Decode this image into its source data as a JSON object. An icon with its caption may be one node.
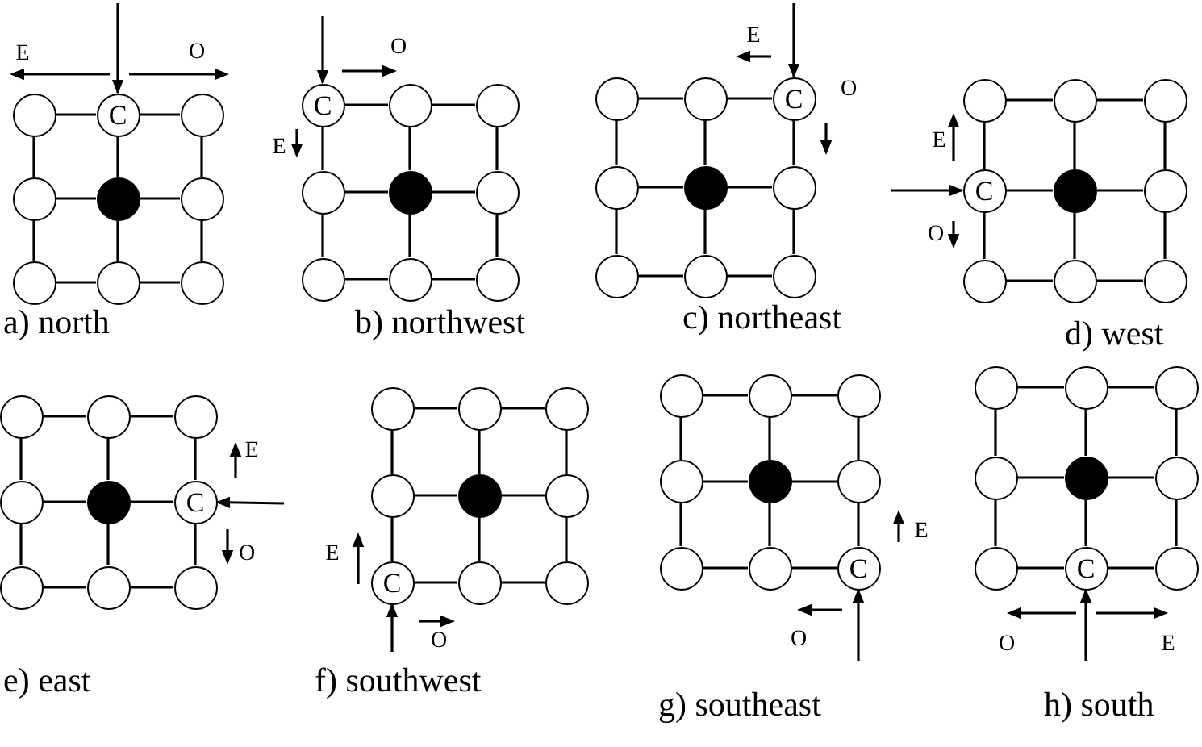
{
  "diagram": {
    "nodes": [
      {
        "text": [],
        "shape": "circle"
      },
      {
        "text": [
          "C"
        ]
      },
      {
        "text": [],
        "shape": "circle"
      },
      {
        "text": [],
        "shape": "circle"
      },
      {
        "text": [],
        "shape": "circle"
      },
      {
        "text": [],
        "shape": "circle"
      },
      {
        "text": [],
        "shape": "circle"
      },
      {
        "text": [],
        "shape": "circle"
      },
      {
        "text": [],
        "shape": "circle"
      },
      {
        "text": [
          "C"
        ]
      },
      {
        "text": [],
        "shape": "circle"
      },
      {
        "text": [],
        "shape": "circle"
      },
      {
        "text": [],
        "shape": "circle"
      },
      {
        "text": [],
        "shape": "circle"
      },
      {
        "text": [],
        "shape": "circle"
      },
      {
        "text": [],
        "shape": "circle"
      },
      {
        "text": [],
        "shape": "circle"
      },
      {
        "text": [],
        "shape": "circle"
      },
      {
        "text": [],
        "shape": "circle"
      },
      {
        "text": [],
        "shape": "circle"
      },
      {
        "text": [
          "C"
        ]
      },
      {
        "text": [],
        "shape": "circle"
      },
      {
        "text": [],
        "shape": "circle"
      },
      {
        "text": [],
        "shape": "circle"
      },
      {
        "text": [],
        "shape": "circle"
      },
      {
        "text": [],
        "shape": "circle"
      },
      {
        "text": [],
        "shape": "circle"
      },
      {
        "text": [],
        "shape": "circle"
      },
      {
        "text": [],
        "shape": "circle"
      },
      {
        "text": [],
        "shape": "circle"
      },
      {
        "text": [
          "C"
        ]
      },
      {
        "text": [],
        "shape": "circle"
      },
      {
        "text": [],
        "shape": "circle"
      },
      {
        "text": [],
        "shape": "circle"
      },
      {
        "text": [],
        "shape": "circle"
      },
      {
        "text": [],
        "shape": "circle"
      },
      {
        "text": [],
        "shape": "circle"
      },
      {
        "text": [],
        "shape": "circle"
      },
      {
        "text": [],
        "shape": "circle"
      },
      {
        "text": [],
        "shape": "circle"
      },
      {
        "text": [],
        "shape": "circle"
      },
      {
        "text": [
          "C"
        ]
      },
      {
        "text": [],
        "shape": "circle"
      },
      {
        "text": [],
        "shape": "circle"
      },
      {
        "text": [],
        "shape": "circle"
      },
      {
        "text": [],
        "shape": "circle"
      },
      {
        "text": [],
        "shape": "circle"
      },
      {
        "text": [],
        "shape": "circle"
      },
      {
        "text": [],
        "shape": "circle"
      },
      {
        "text": [],
        "shape": "circle"
      },
      {
        "text": [],
        "shape": "circle"
      },
      {
        "text": [
          "C"
        ]
      },
      {
        "text": [],
        "shape": "circle"
      },
      {
        "text": [],
        "shape": "circle"
      },
      {
        "text": [],
        "shape": "circle"
      },
      {
        "text": [],
        "shape": "circle"
      },
      {
        "text": [],
        "shape": "circle"
      },
      {
        "text": [],
        "shape": "circle"
      },
      {
        "text": [],
        "shape": "circle"
      },
      {
        "text": [],
        "shape": "circle"
      },
      {
        "text": [],
        "shape": "circle"
      },
      {
        "text": [],
        "shape": "circle"
      },
      {
        "text": [
          "C"
        ]
      },
      {
        "text": [],
        "shape": "circle"
      },
      {
        "text": [],
        "shape": "circle"
      },
      {
        "text": [],
        "shape": "circle"
      },
      {
        "text": [],
        "shape": "circle"
      },
      {
        "text": [],
        "shape": "circle"
      },
      {
        "text": [],
        "shape": "circle"
      },
      {
        "text": [],
        "shape": "circle"
      },
      {
        "text": [
          "C"
        ]
      },
      {
        "text": [],
        "shape": "circle"
      }
    ],
    "edges": [
      {
        "from": null,
        "to": 1,
        "arrow": "to"
      },
      {
        "from": 0,
        "to": 1,
        "arrow": "none"
      },
      {
        "from": 1,
        "to": 2,
        "arrow": "none"
      },
      {
        "from": 3,
        "to": 4,
        "arrow": "none"
      },
      {
        "from": 4,
        "to": 5,
        "arrow": "none"
      },
      {
        "from": 6,
        "to": 7,
        "arrow": "none"
      },
      {
        "from": 7,
        "to": 8,
        "arrow": "none"
      },
      {
        "from": 0,
        "to": 3,
        "arrow": "none"
      },
      {
        "from": 3,
        "to": 6,
        "arrow": "none"
      },
      {
        "from": 1,
        "to": 4,
        "arrow": "none"
      },
      {
        "from": 4,
        "to": 7,
        "arrow": "none"
      },
      {
        "from": 2,
        "to": 5,
        "arrow": "none"
      },
      {
        "from": 5,
        "to": 8,
        "arrow": "none"
      },
      {
        "from": null,
        "to": 9,
        "arrow": "to"
      },
      {
        "from": 9,
        "to": 10,
        "arrow": "none"
      },
      {
        "from": 10,
        "to": 11,
        "arrow": "none"
      },
      {
        "from": 12,
        "to": 13,
        "arrow": "none"
      },
      {
        "from": 13,
        "to": 14,
        "arrow": "none"
      },
      {
        "from": 15,
        "to": 16,
        "arrow": "none"
      },
      {
        "from": 16,
        "to": 17,
        "arrow": "none"
      },
      {
        "from": 9,
        "to": 12,
        "arrow": "none"
      },
      {
        "from": 12,
        "to": 15,
        "arrow": "none"
      },
      {
        "from": 10,
        "to": 13,
        "arrow": "none"
      },
      {
        "from": 13,
        "to": 16,
        "arrow": "none"
      },
      {
        "from": 11,
        "to": 14,
        "arrow": "none"
      },
      {
        "from": 14,
        "to": 17,
        "arrow": "none"
      },
      {
        "from": null,
        "to": 20,
        "arrow": "to"
      },
      {
        "from": 18,
        "to": 19,
        "arrow": "none"
      },
      {
        "from": 19,
        "to": 20,
        "arrow": "none"
      },
      {
        "from": 21,
        "to": 22,
        "arrow": "none"
      },
      {
        "from": 22,
        "to": 23,
        "arrow": "none"
      },
      {
        "from": 24,
        "to": 25,
        "arrow": "none"
      },
      {
        "from": 25,
        "to": 26,
        "arrow": "none"
      },
      {
        "from": 18,
        "to": 21,
        "arrow": "none"
      },
      {
        "from": 21,
        "to": 24,
        "arrow": "none"
      },
      {
        "from": 19,
        "to": 22,
        "arrow": "none"
      },
      {
        "from": 22,
        "to": 25,
        "arrow": "none"
      },
      {
        "from": 20,
        "to": 23,
        "arrow": "none"
      },
      {
        "from": 23,
        "to": 26,
        "arrow": "none"
      },
      {
        "from": null,
        "to": 30,
        "arrow": "to"
      },
      {
        "from": 27,
        "to": 28,
        "arrow": "none"
      },
      {
        "from": 28,
        "to": 29,
        "arrow": "none"
      },
      {
        "from": 30,
        "to": 31,
        "arrow": "none"
      },
      {
        "from": 31,
        "to": 32,
        "arrow": "none"
      },
      {
        "from": 33,
        "to": 34,
        "arrow": "none"
      },
      {
        "from": 34,
        "to": 35,
        "arrow": "none"
      },
      {
        "from": 27,
        "to": 30,
        "arrow": "none"
      },
      {
        "from": 30,
        "to": 33,
        "arrow": "none"
      },
      {
        "from": 28,
        "to": 31,
        "arrow": "none"
      },
      {
        "from": 31,
        "to": 34,
        "arrow": "none"
      },
      {
        "from": 29,
        "to": 32,
        "arrow": "none"
      },
      {
        "from": 32,
        "to": 35,
        "arrow": "none"
      },
      {
        "from": null,
        "to": 41,
        "arrow": "to"
      },
      {
        "from": 36,
        "to": 37,
        "arrow": "none"
      },
      {
        "from": 37,
        "to": 38,
        "arrow": "none"
      },
      {
        "from": 39,
        "to": 40,
        "arrow": "none"
      },
      {
        "from": 40,
        "to": 41,
        "arrow": "none"
      },
      {
        "from": 42,
        "to": 43,
        "arrow": "none"
      },
      {
        "from": 43,
        "to": 44,
        "arrow": "none"
      },
      {
        "from": 36,
        "to": 39,
        "arrow": "none"
      },
      {
        "from": 39,
        "to": 42,
        "arrow": "none"
      },
      {
        "from": 37,
        "to": 40,
        "arrow": "none"
      },
      {
        "from": 40,
        "to": 43,
        "arrow": "none"
      },
      {
        "from": 38,
        "to": 41,
        "arrow": "none"
      },
      {
        "from": 41,
        "to": 44,
        "arrow": "none"
      },
      {
        "from": null,
        "to": 51,
        "arrow": "to"
      },
      {
        "from": 45,
        "to": 46,
        "arrow": "none"
      },
      {
        "from": 46,
        "to": 47,
        "arrow": "none"
      },
      {
        "from": 48,
        "to": 49,
        "arrow": "none"
      },
      {
        "from": 49,
        "to": 50,
        "arrow": "none"
      },
      {
        "from": 51,
        "to": 52,
        "arrow": "none"
      },
      {
        "from": 52,
        "to": 53,
        "arrow": "none"
      },
      {
        "from": 45,
        "to": 48,
        "arrow": "none"
      },
      {
        "from": 48,
        "to": 51,
        "arrow": "none"
      },
      {
        "from": 46,
        "to": 49,
        "arrow": "none"
      },
      {
        "from": 49,
        "to": 52,
        "arrow": "none"
      },
      {
        "from": 47,
        "to": 50,
        "arrow": "none"
      },
      {
        "from": 50,
        "to": 53,
        "arrow": "none"
      },
      {
        "from": null,
        "to": 62,
        "arrow": "to"
      },
      {
        "from": 54,
        "to": 55,
        "arrow": "none"
      },
      {
        "from": 55,
        "to": 56,
        "arrow": "none"
      },
      {
        "from": 57,
        "to": 58,
        "arrow": "none"
      },
      {
        "from": 58,
        "to": 59,
        "arrow": "none"
      },
      {
        "from": 60,
        "to": 61,
        "arrow": "none"
      },
      {
        "from": 61,
        "to": 62,
        "arrow": "none"
      },
      {
        "from": 54,
        "to": 57,
        "arrow": "none"
      },
      {
        "from": 57,
        "to": 60,
        "arrow": "none"
      },
      {
        "from": 55,
        "to": 58,
        "arrow": "none"
      },
      {
        "from": 58,
        "to": 61,
        "arrow": "none"
      },
      {
        "from": 56,
        "to": 59,
        "arrow": "none"
      },
      {
        "from": 59,
        "to": 62,
        "arrow": "none"
      },
      {
        "from": null,
        "to": 70,
        "arrow": "to"
      },
      {
        "from": 63,
        "to": 64,
        "arrow": "none"
      },
      {
        "from": 64,
        "to": 65,
        "arrow": "none"
      },
      {
        "from": 66,
        "to": 67,
        "arrow": "none"
      },
      {
        "from": 67,
        "to": 68,
        "arrow": "none"
      },
      {
        "from": 69,
        "to": 70,
        "arrow": "none"
      },
      {
        "from": 70,
        "to": 71,
        "arrow": "none"
      },
      {
        "from": 63,
        "to": 66,
        "arrow": "none"
      },
      {
        "from": 66,
        "to": 69,
        "arrow": "none"
      },
      {
        "from": 64,
        "to": 67,
        "arrow": "none"
      },
      {
        "from": 67,
        "to": 70,
        "arrow": "none"
      },
      {
        "from": 65,
        "to": 68,
        "arrow": "none"
      },
      {
        "from": 68,
        "to": 71,
        "arrow": "none"
      }
    ],
    "labels": [
      "E",
      "O",
      "a) north",
      "O",
      "E",
      "b) northwest",
      "E",
      "O",
      "c) northeast",
      "E",
      "O",
      "d) west",
      "E",
      "O",
      "e) east",
      "E",
      "O",
      "f) southwest",
      "E",
      "O",
      "g) southeast",
      "O",
      "E",
      "h) south"
    ]
  }
}
